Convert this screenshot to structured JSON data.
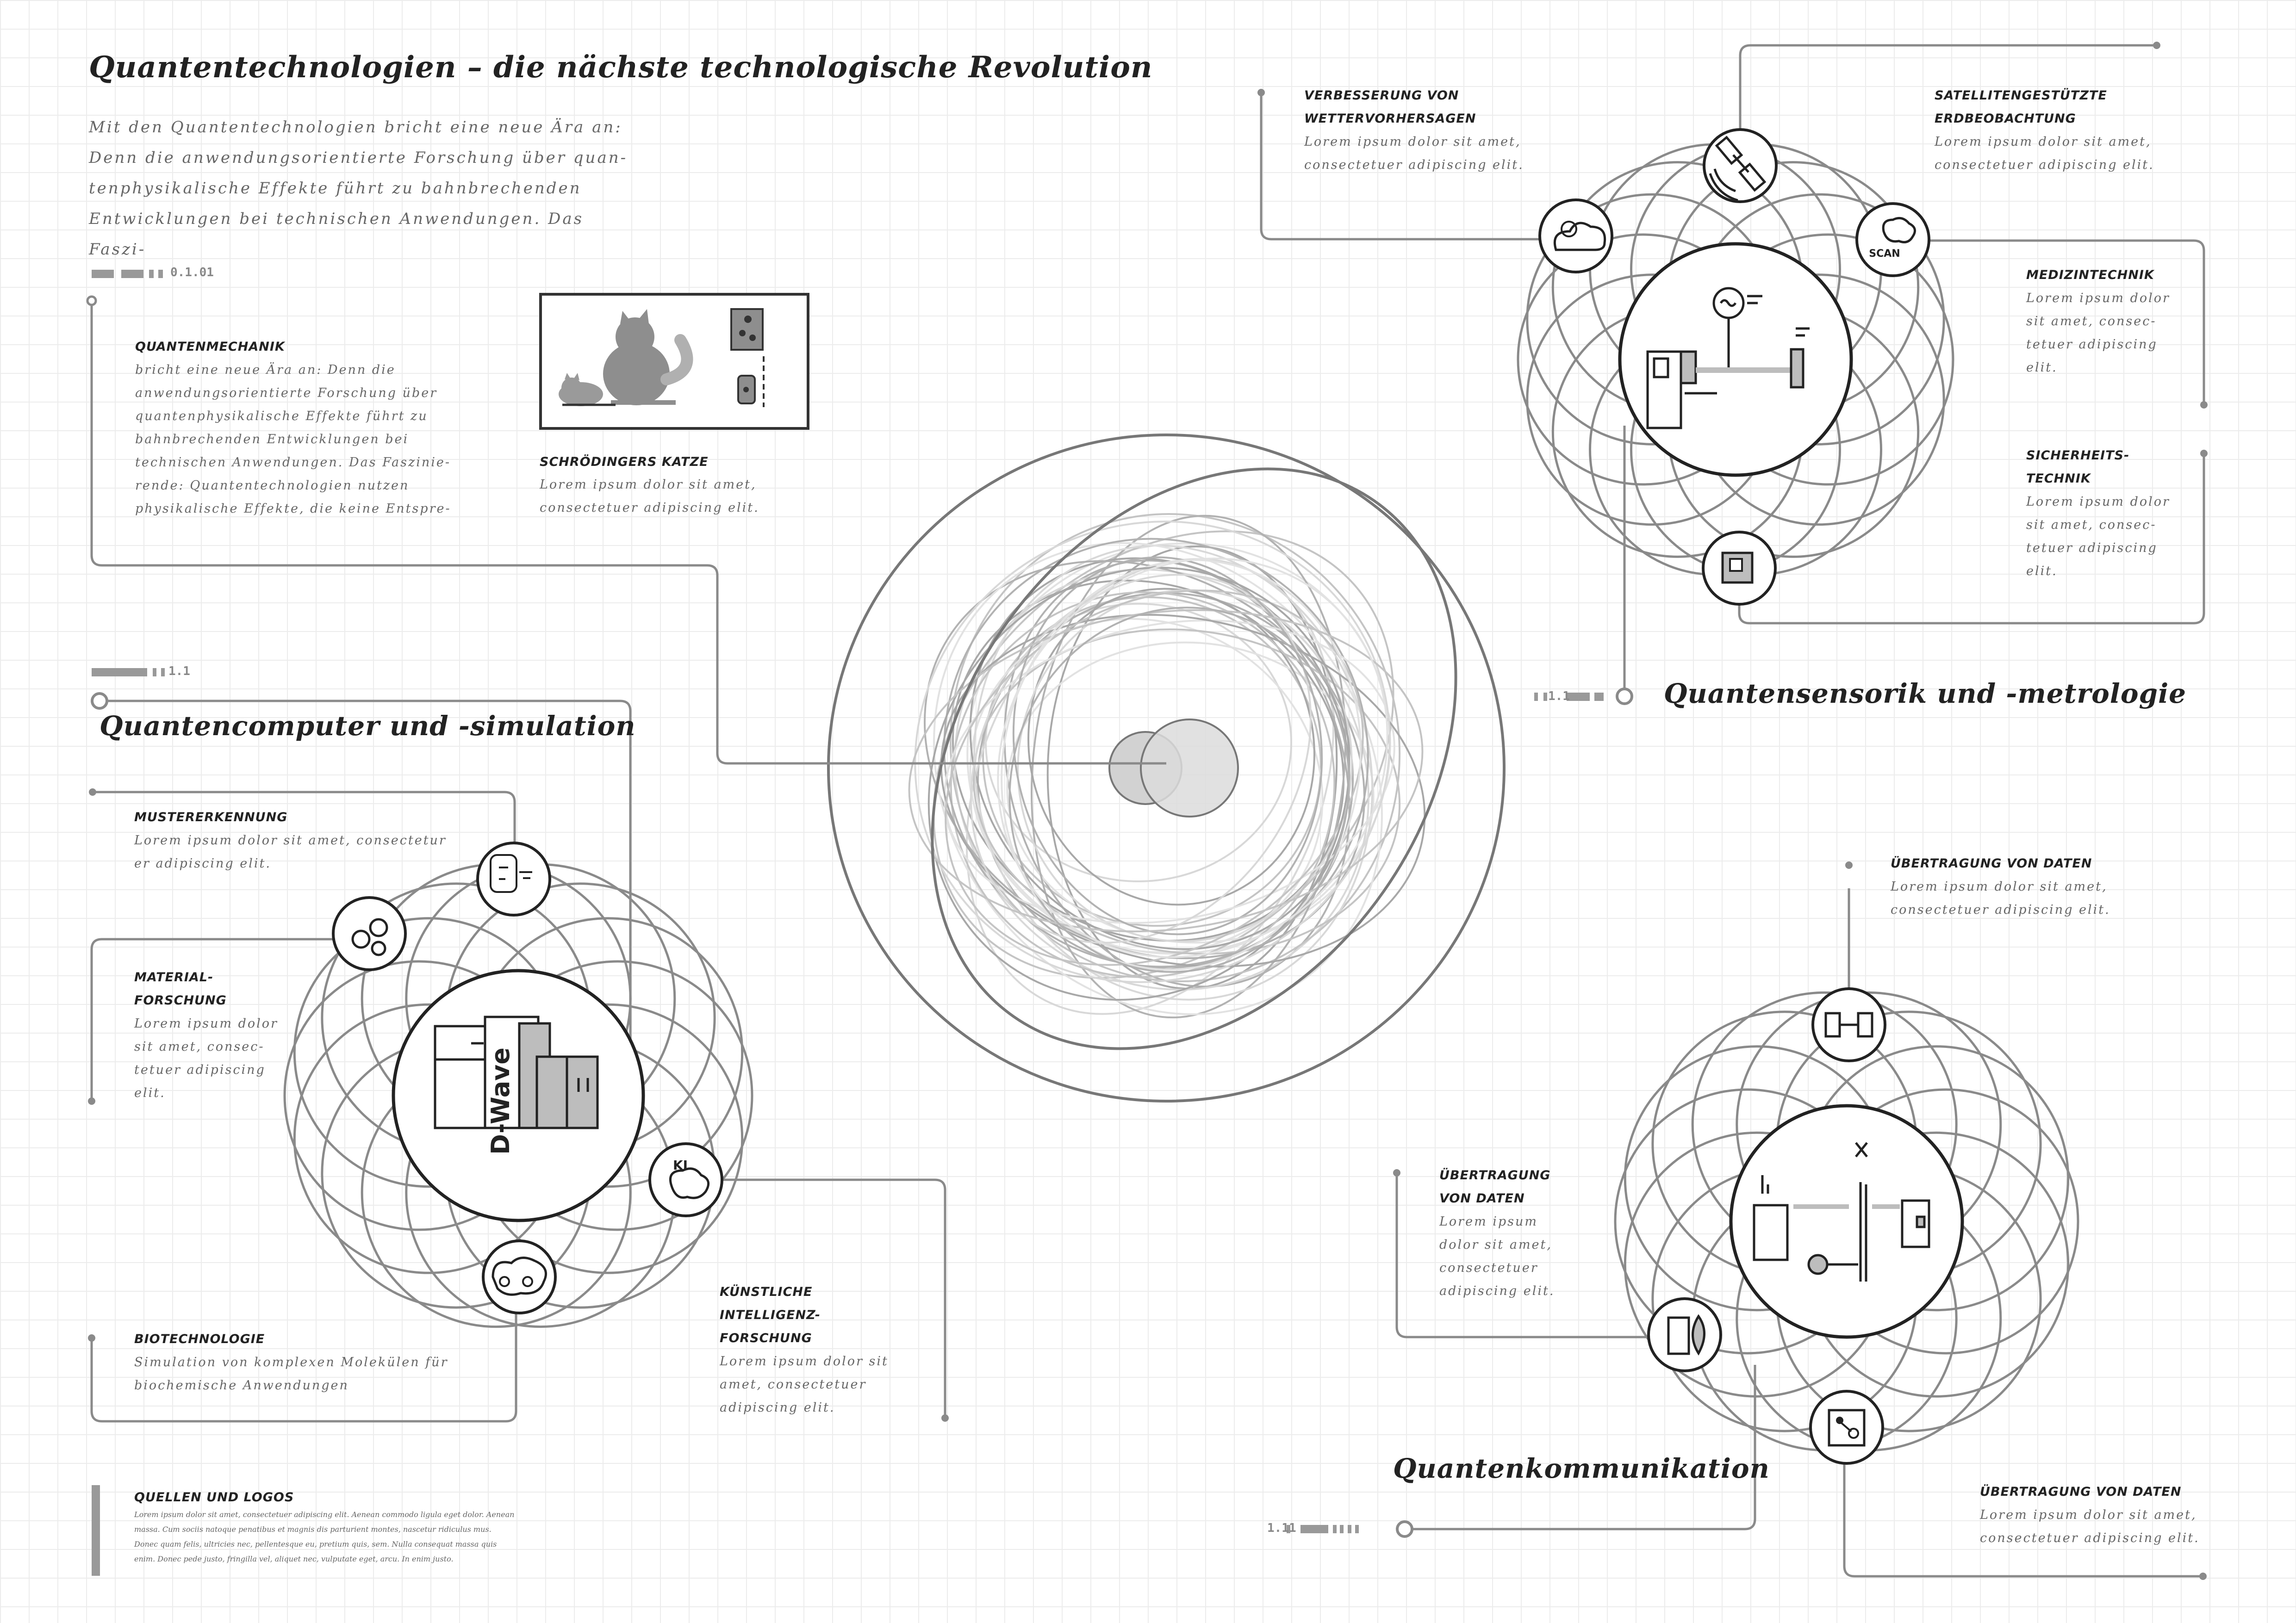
{
  "title": "Quantentechnologien – die nächste technologische Revolution",
  "intro": "Mit den Quantentechnologien bricht eine neue Ära an:\nDenn die anwendungsorientierte Forschung über quan-\ntenphysikalische Effekte führt zu bahnbrechenden\nEntwicklungen bei technischen Anwendungen. Das Faszi-",
  "codes": {
    "top_left": "0.1.01",
    "left_section": "1.1",
    "sensor_section": "1.1",
    "comm_section": "1.11"
  },
  "quantenmechanik": {
    "heading": "QUANTENMECHANIK",
    "text": "bricht eine neue Ära an: Denn die\nanwendungsorientierte Forschung über\nquantenphysikalische Effekte führt zu\nbahnbrechenden Entwicklungen bei\ntechnischen Anwendungen. Das Faszinie-\nrende: Quantentechnologien nutzen\nphysikalische Effekte, die keine Entspre-"
  },
  "schroedinger": {
    "heading": "SCHRÖDINGERS KATZE",
    "text": "Lorem ipsum dolor sit amet,\nconsectetuer adipiscing elit."
  },
  "computer": {
    "title": "Quantencomputer und -simulation",
    "brand": "D-Wave",
    "ki_label": "KI",
    "muster": {
      "heading": "MUSTERERKENNUNG",
      "text": "Lorem ipsum dolor sit amet, consectetur\ner adipiscing elit."
    },
    "material": {
      "heading": "MATERIAL-\nFORSCHUNG",
      "text": "Lorem ipsum dolor\nsit amet, consec-\ntetuer adipiscing\nelit."
    },
    "ki": {
      "heading": "KÜNSTLICHE\nINTELLIGENZ-\nFORSCHUNG",
      "text": "Lorem ipsum dolor sit\namet, consectetuer\nadipiscing elit."
    },
    "bio": {
      "heading": "BIOTECHNOLOGIE",
      "text": "Simulation von komplexen Molekülen für\nbiochemische Anwendungen"
    }
  },
  "sensor": {
    "title": "Quantensensorik und -metrologie",
    "wetter": {
      "heading": "VERBESSERUNG VON\nWETTERVORHERSAGEN",
      "text": "Lorem ipsum dolor sit amet,\nconsectetuer adipiscing elit."
    },
    "satellit": {
      "heading": "SATELLITENGESTÜTZTE\nERDBEOBACHTUNG",
      "text": "Lorem ipsum dolor sit amet,\nconsectetuer adipiscing elit."
    },
    "medizin": {
      "heading": "MEDIZINTECHNIK",
      "text": "Lorem ipsum dolor\nsit amet, consec-\ntetuer adipiscing\nelit."
    },
    "sicherheit": {
      "heading": "SICHERHEITS-\nTECHNIK",
      "text": "Lorem ipsum dolor\nsit amet, consec-\ntetuer adipiscing\nelit."
    },
    "scan_label": "SCAN"
  },
  "kommunikation": {
    "title": "Quantenkommunikation",
    "top": {
      "heading": "ÜBERTRAGUNG VON DATEN",
      "text": "Lorem ipsum dolor sit amet,\nconsectetuer adipiscing elit."
    },
    "left": {
      "heading": "ÜBERTRAGUNG\nVON DATEN",
      "text": "Lorem ipsum\ndolor sit amet,\nconsectetuer\nadipiscing elit."
    },
    "bottom": {
      "heading": "ÜBERTRAGUNG VON DATEN",
      "text": "Lorem ipsum dolor sit amet,\nconsectetuer adipiscing elit."
    }
  },
  "sources": {
    "heading": "QUELLEN UND LOGOS",
    "text": "Lorem ipsum dolor sit amet, consectetuer adipiscing elit. Aenean commodo ligula eget dolor. Aenean\nmassa. Cum sociis natoque penatibus et magnis dis parturient montes, nascetur ridiculus mus.\nDonec quam felis, ultricies nec, pellentesque eu, pretium quis, sem. Nulla consequat massa quis\nenim. Donec pede justo, fringilla vel, aliquet nec, vulputate eget, arcu. In enim justo."
  },
  "colors": {
    "line": "#8a8a8a",
    "dark": "#222222",
    "ring_light": "#c8c8c8",
    "fill_grey": "#d8d8d8"
  }
}
